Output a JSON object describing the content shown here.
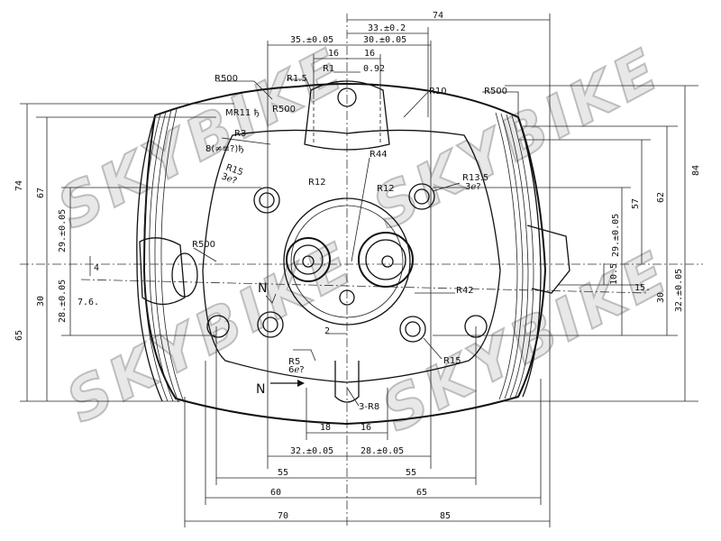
{
  "watermark": {
    "text": "SKYBIKE"
  },
  "top_dims": {
    "d74": "74",
    "d33": "33.±0.2",
    "d35": "35.±0.05",
    "d30": "30.±0.05",
    "d16a": "16",
    "d16b": "16",
    "r1": "R1",
    "d092": "0.92",
    "r15": "R1.5",
    "r500a": "R500",
    "r10": "R10",
    "r500b": "R500"
  },
  "left_dims": {
    "d74": "74",
    "d67": "67",
    "d2905": "29.±0.05",
    "d4": "4",
    "d28": "28.±0.05",
    "d30": "30",
    "d76": "7.6.",
    "d65": "65"
  },
  "right_dims": {
    "d84": "84",
    "d62": "62",
    "d57": "57",
    "d2905": "29.±0.05",
    "d105": "10.5",
    "d15": "15.",
    "d30": "30",
    "d3205": "32.±0.05"
  },
  "callouts": {
    "mr11": "MR11 ђ",
    "r500c": "R500",
    "r3": "R3",
    "b8": "8(≠≡?)ђ",
    "r15x": "R15",
    "x3": "3ℯ?",
    "r12a": "R12",
    "r44": "R44",
    "r12b": "R12",
    "r135": "R13.5",
    "x3b": "3ℯ?",
    "r500d": "R500",
    "r42": "R42",
    "n1": "N",
    "d2": "2",
    "r15b": "R15",
    "r5": "R5",
    "x6": "6ℯ?",
    "n2": "N",
    "r8": "3-R8"
  },
  "bottom_dims": {
    "d18": "18",
    "d16": "16",
    "d32": "32.±0.05",
    "d28": "28.±0.05",
    "d55a": "55",
    "d55b": "55",
    "d60": "60",
    "d65": "65",
    "d70": "70",
    "d85": "85"
  }
}
